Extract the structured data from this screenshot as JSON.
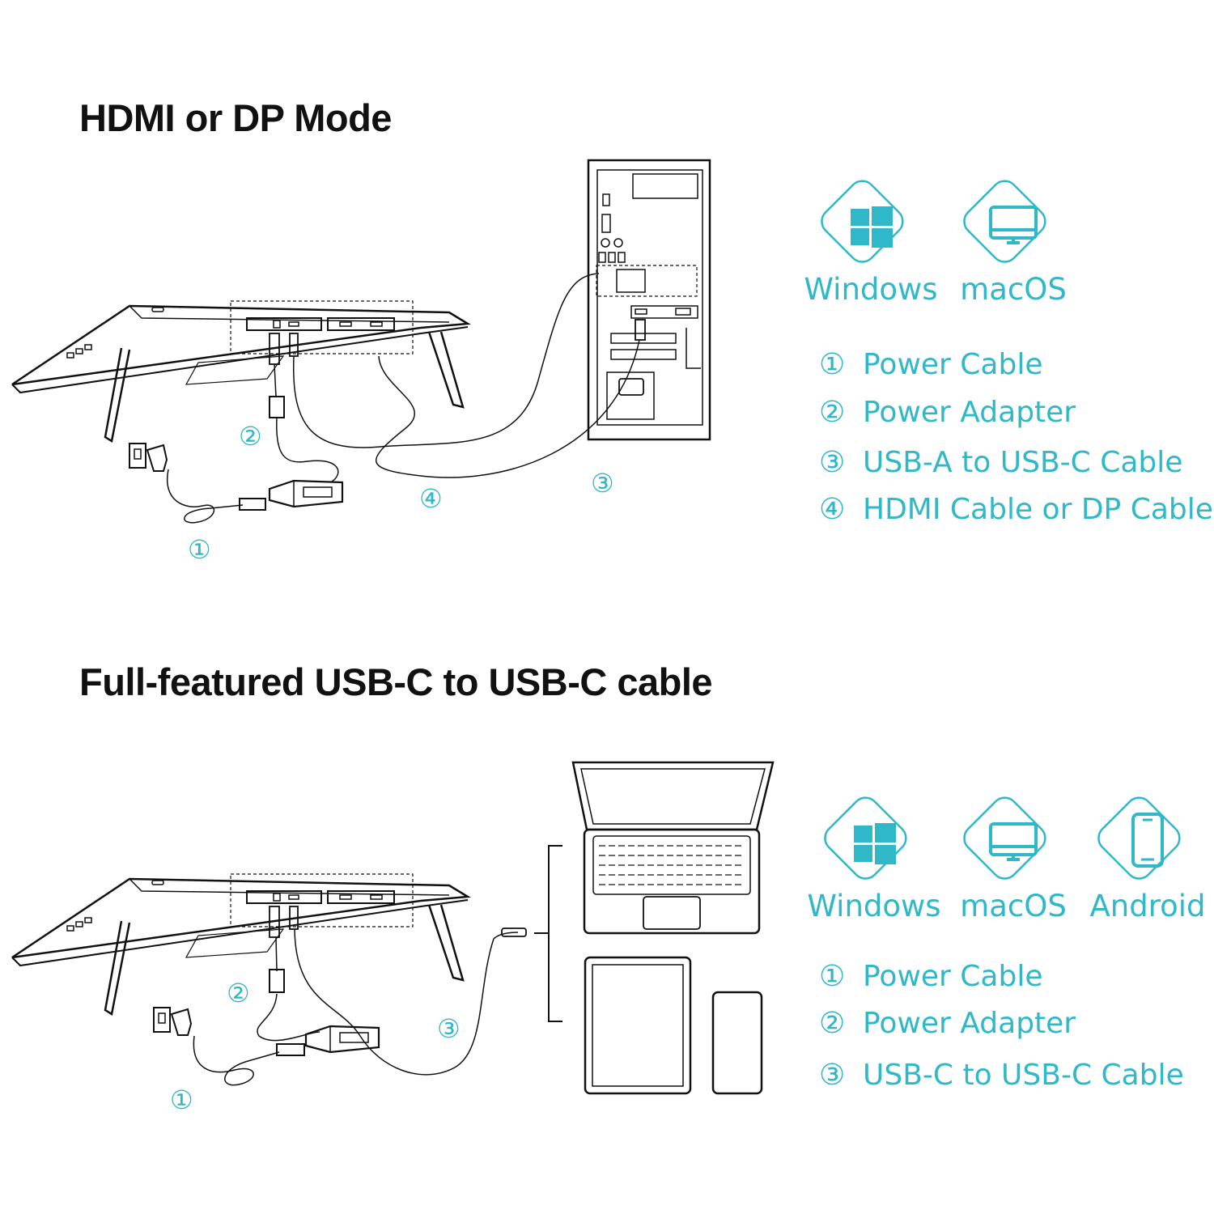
{
  "sections": [
    {
      "title": "HDMI or DP Mode",
      "os": [
        {
          "label": "Windows",
          "icon": "windows-icon"
        },
        {
          "label": "macOS",
          "icon": "monitor-icon"
        }
      ],
      "legend": [
        {
          "num": "①",
          "text": "Power Cable"
        },
        {
          "num": "②",
          "text": "Power Adapter"
        },
        {
          "num": "③",
          "text": "USB-A to USB-C Cable"
        },
        {
          "num": "④",
          "text": "HDMI Cable or DP Cable"
        }
      ],
      "callouts": [
        "①",
        "②",
        "③",
        "④"
      ]
    },
    {
      "title": "Full-featured USB-C to USB-C cable",
      "os": [
        {
          "label": "Windows",
          "icon": "windows-icon"
        },
        {
          "label": "macOS",
          "icon": "monitor-icon"
        },
        {
          "label": "Android",
          "icon": "phone-icon"
        }
      ],
      "legend": [
        {
          "num": "①",
          "text": "Power Cable"
        },
        {
          "num": "②",
          "text": "Power Adapter"
        },
        {
          "num": "③",
          "text": "USB-C to USB-C Cable"
        }
      ],
      "callouts": [
        "①",
        "②",
        "③"
      ]
    }
  ],
  "colors": {
    "accent": "#2fb8c8",
    "line": "#111111",
    "background": "#ffffff"
  }
}
